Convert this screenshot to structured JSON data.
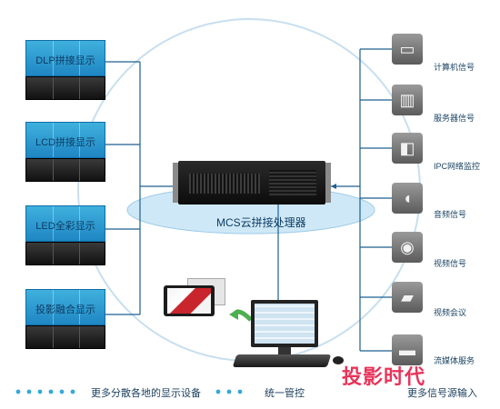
{
  "left_displays": [
    {
      "label": "DLP拼接显示"
    },
    {
      "label": "LCD拼接显示"
    },
    {
      "label": "LED全彩显示"
    },
    {
      "label": "投影融合显示"
    }
  ],
  "center": {
    "processor_label": "MCS云拼接处理器",
    "control_label": "统一管控"
  },
  "right_sources": [
    {
      "label": "计算机信号",
      "icon": "computer-icon"
    },
    {
      "label": "服务器信号",
      "icon": "server-rack-icon"
    },
    {
      "label": "IPC网络监控",
      "icon": "ip-camera-icon"
    },
    {
      "label": "音频信号",
      "icon": "microphone-icon"
    },
    {
      "label": "视频信号",
      "icon": "dome-camera-icon"
    },
    {
      "label": "视频会议",
      "icon": "video-conference-icon"
    },
    {
      "label": "流媒体服务",
      "icon": "streaming-media-icon"
    }
  ],
  "bottom": {
    "left_caption": "更多分散各地的显示设备",
    "right_caption": "更多信号源输入"
  },
  "watermark": "投影时代",
  "colors": {
    "accent": "#2a8fc9",
    "cloud": "#cfe8f7",
    "line": "#1f5f8f"
  }
}
